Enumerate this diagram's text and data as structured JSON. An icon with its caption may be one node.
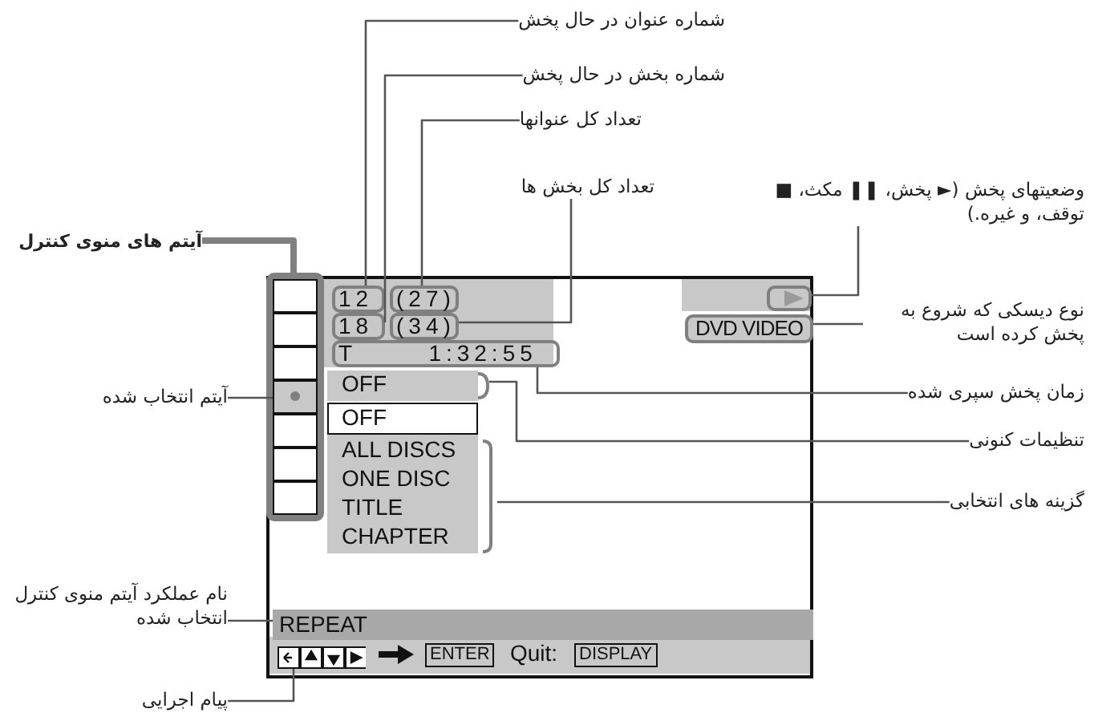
{
  "diagram": {
    "nodes": [
      {
        "text": [
          "آیتم های منوی کنترل"
        ]
      },
      {
        "text": [
          "شماره عنوان در حال پخش"
        ]
      },
      {
        "text": [
          "شماره بخش در حال پخش"
        ]
      },
      {
        "text": [
          "تعداد کل عنوانها"
        ]
      },
      {
        "text": [
          "تعداد کل بخش ها"
        ]
      },
      {
        "text": [
          "وضعیتهای پخش (► پخش، ❚❚ مکث، ■ توقف، و غیره.)"
        ]
      },
      {
        "text": [
          "آیتم انتخاب شده"
        ]
      },
      {
        "text": [
          "نوع دیسکی که شروع به پخش کرده است"
        ]
      },
      {
        "text": [
          "زمان پخش سپری شده"
        ]
      },
      {
        "text": [
          "تنظیمات کنونی"
        ]
      },
      {
        "text": [
          "گزینه های انتخابی"
        ]
      },
      {
        "text": [
          "نام عملکرد آیتم منوی کنترل انتخاب شده"
        ]
      },
      {
        "text": [
          "پیام اجرایی"
        ]
      },
      {
        "text": [],
        "shape": "box"
      },
      {
        "text": [],
        "shape": "box",
        "in": 13
      },
      {
        "text": [],
        "shape": "box",
        "in": 14
      },
      {
        "text": [],
        "shape": "box",
        "in": 14
      },
      {
        "text": [],
        "shape": "box",
        "in": 14
      },
      {
        "text": [],
        "shape": "box",
        "in": 14
      },
      {
        "text": [],
        "shape": "box",
        "in": 14
      },
      {
        "text": [],
        "shape": "box",
        "in": 14
      },
      {
        "text": [],
        "shape": "box",
        "in": 14
      },
      {
        "text": [
          "12"
        ],
        "in": 13
      },
      {
        "text": [
          "(27)"
        ],
        "in": 13
      },
      {
        "text": [
          "18"
        ],
        "in": 13
      },
      {
        "text": [
          "(34)"
        ],
        "in": 13
      },
      {
        "text": [
          "T 1:32:55"
        ],
        "in": 13
      },
      {
        "text": [],
        "shape": "box",
        "in": 13
      },
      {
        "text": [
          "DVD VIDEO"
        ],
        "in": 13
      },
      {
        "text": [
          "OFF"
        ],
        "in": 13
      },
      {
        "text": [
          "OFF"
        ],
        "in": 13
      },
      {
        "text": [
          "ALL DISCS",
          "ONE DISC",
          "TITLE",
          "CHAPTER"
        ],
        "in": 13
      },
      {
        "text": [
          "REPEAT"
        ],
        "in": 13
      },
      {
        "text": [],
        "shape": "picture",
        "in": 13
      }
    ],
    "edges": [
      {
        "from": 0,
        "to": 14,
        "arrow": "none",
        "style": "thick",
        "color": "#808080"
      },
      {
        "from": 1,
        "to": 22,
        "arrow": "none"
      },
      {
        "from": 2,
        "to": 24,
        "arrow": "none"
      },
      {
        "from": 3,
        "to": 23,
        "arrow": "none"
      },
      {
        "from": 4,
        "to": 25,
        "arrow": "none"
      },
      {
        "from": 5,
        "to": 27,
        "arrow": "none"
      },
      {
        "from": 6,
        "to": 18,
        "arrow": "none"
      },
      {
        "from": 7,
        "to": 28,
        "arrow": "none"
      },
      {
        "from": 8,
        "to": 26,
        "arrow": "none"
      },
      {
        "from": 9,
        "to": 29,
        "arrow": "none"
      },
      {
        "from": 10,
        "to": 31,
        "arrow": "none"
      },
      {
        "from": 11,
        "to": 32,
        "arrow": "none"
      },
      {
        "from": 12,
        "to": 33,
        "arrow": "none"
      }
    ],
    "labels": [
      "ENTER",
      "Quit:",
      "DISPLAY"
    ]
  }
}
